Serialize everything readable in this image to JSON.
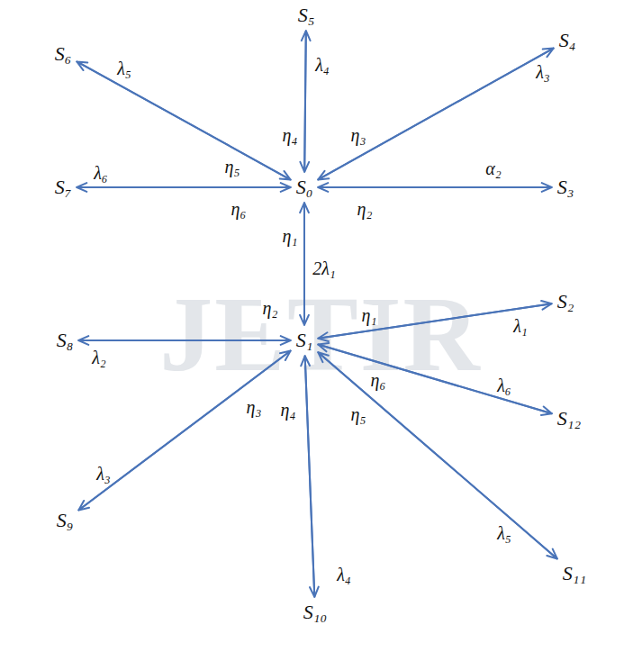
{
  "diagram": {
    "nodes": [
      {
        "text": [
          "S₅"
        ]
      },
      {
        "text": [
          "S₄"
        ]
      },
      {
        "text": [
          "S₆"
        ]
      },
      {
        "text": [
          "S₇"
        ]
      },
      {
        "text": [
          "S₀"
        ]
      },
      {
        "text": [
          "S₃"
        ]
      },
      {
        "text": [
          "S₁"
        ]
      },
      {
        "text": [
          "S₂"
        ]
      },
      {
        "text": [
          "S₈"
        ]
      },
      {
        "text": [
          "S₁₂"
        ]
      },
      {
        "text": [
          "S₉"
        ]
      },
      {
        "text": [
          "S₁₁"
        ]
      },
      {
        "text": [
          "S₁₀"
        ]
      }
    ],
    "edges": [
      {
        "from": 4,
        "to": 0,
        "arrow": "to",
        "label": "λ₄"
      },
      {
        "from": 0,
        "to": 4,
        "arrow": "to",
        "label": "η₄"
      },
      {
        "from": 4,
        "to": 1,
        "arrow": "to",
        "label": "λ₃"
      },
      {
        "from": 1,
        "to": 4,
        "arrow": "to",
        "label": "η₃"
      },
      {
        "from": 4,
        "to": 2,
        "arrow": "to",
        "label": "λ₅"
      },
      {
        "from": 2,
        "to": 4,
        "arrow": "to",
        "label": "η₅"
      },
      {
        "from": 4,
        "to": 3,
        "arrow": "to",
        "label": "λ₆"
      },
      {
        "from": 3,
        "to": 4,
        "arrow": "to",
        "label": "η₆"
      },
      {
        "from": 4,
        "to": 5,
        "arrow": "to",
        "label": "α₂"
      },
      {
        "from": 5,
        "to": 4,
        "arrow": "to",
        "label": "η₂"
      },
      {
        "from": 4,
        "to": 6,
        "arrow": "to",
        "label": "2λ₁"
      },
      {
        "from": 6,
        "to": 4,
        "arrow": "to",
        "label": "η₁"
      },
      {
        "from": 6,
        "to": 7,
        "arrow": "to",
        "label": "λ₁"
      },
      {
        "from": 7,
        "to": 6,
        "arrow": "to",
        "label": "η₁"
      },
      {
        "from": 6,
        "to": 8,
        "arrow": "to",
        "label": "λ₂"
      },
      {
        "from": 8,
        "to": 6,
        "arrow": "to",
        "label": "η₂"
      },
      {
        "from": 6,
        "to": 9,
        "arrow": "to",
        "label": "λ₆"
      },
      {
        "from": 9,
        "to": 6,
        "arrow": "to",
        "label": "η₆"
      },
      {
        "from": 6,
        "to": 10,
        "arrow": "to",
        "label": "λ₃"
      },
      {
        "from": 10,
        "to": 6,
        "arrow": "to",
        "label": "η₃"
      },
      {
        "from": 6,
        "to": 12,
        "arrow": "to",
        "label": "λ₄"
      },
      {
        "from": 12,
        "to": 6,
        "arrow": "to",
        "label": "η₄"
      },
      {
        "from": 6,
        "to": 11,
        "arrow": "to",
        "label": "λ₅"
      },
      {
        "from": 11,
        "to": 6,
        "arrow": "to",
        "label": "η₅"
      }
    ],
    "labels": [
      "JETIR"
    ]
  }
}
